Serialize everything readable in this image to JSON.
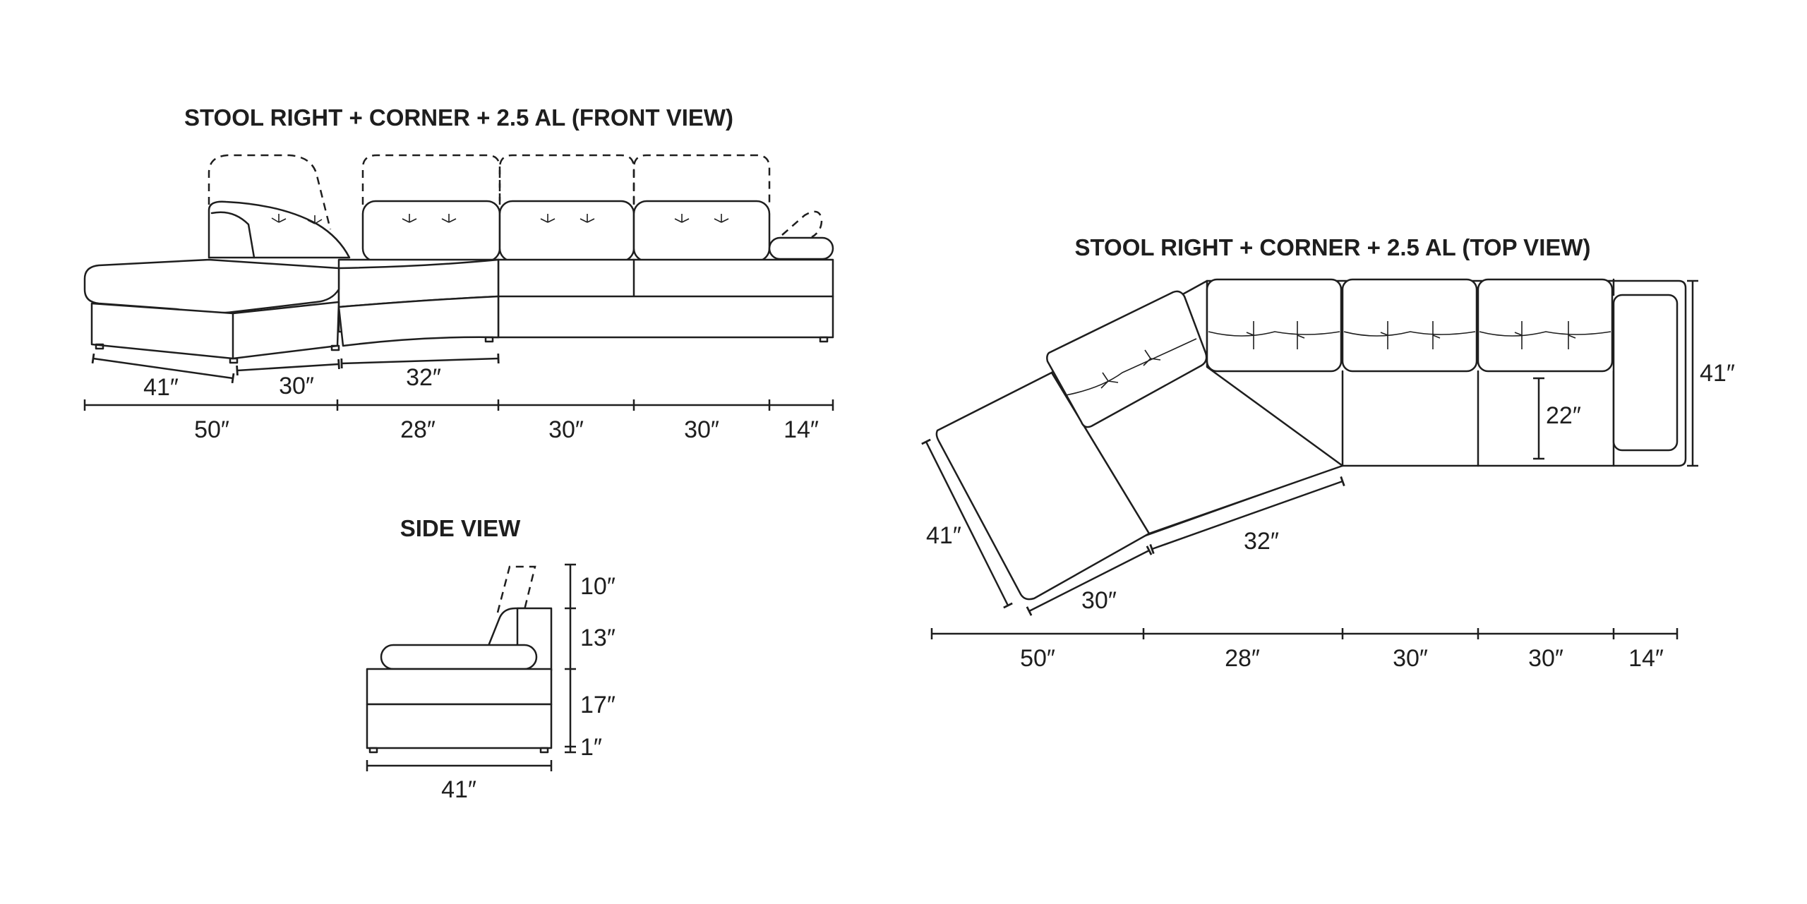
{
  "front_view": {
    "title": "STOOL RIGHT + CORNER + 2.5 AL (FRONT VIEW)",
    "upper_dims": [
      "41″",
      "30″",
      "32″"
    ],
    "lower_dims": [
      "50″",
      "28″",
      "30″",
      "30″",
      "14″"
    ]
  },
  "side_view": {
    "title": "SIDE VIEW",
    "height_dims": [
      "10″",
      "13″",
      "17″",
      "1″"
    ],
    "depth_dim": "41″"
  },
  "top_view": {
    "title": "STOOL RIGHT + CORNER + 2.5 AL (TOP VIEW)",
    "depth_dim": "41″",
    "seat_dim": "22″",
    "chaise_dim": "41″",
    "diag_dims": [
      "32″",
      "30″"
    ],
    "lower_dims": [
      "50″",
      "28″",
      "30″",
      "30″",
      "14″"
    ]
  }
}
